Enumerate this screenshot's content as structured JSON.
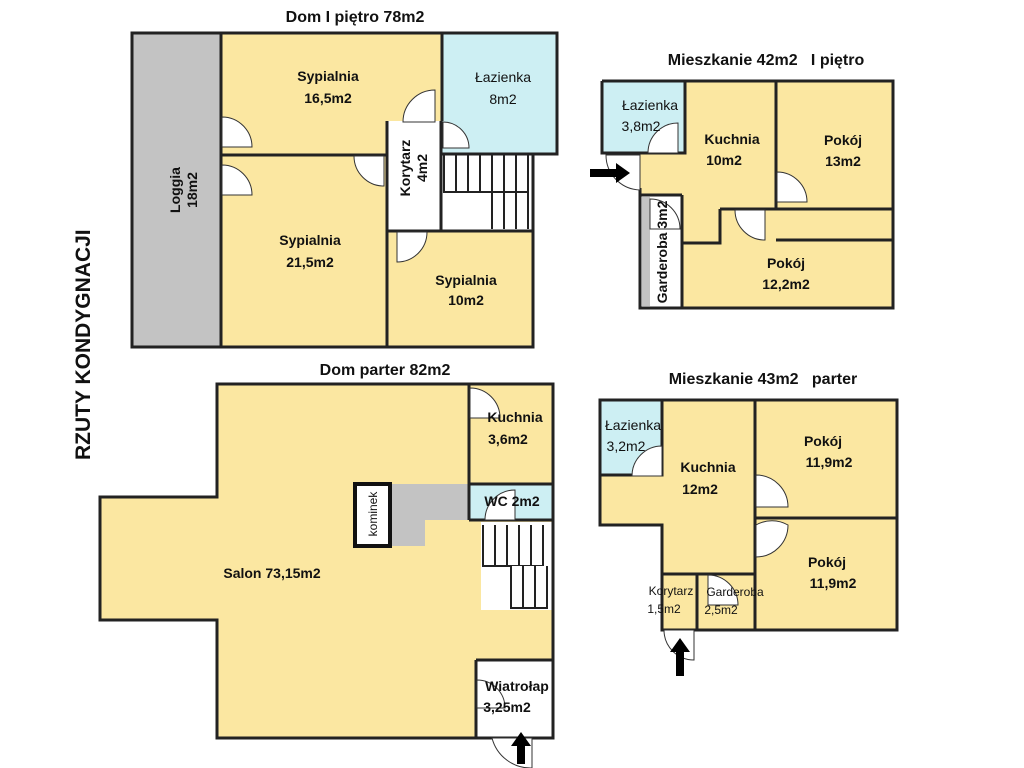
{
  "side_title": "RZUTY KONDYGNACJI",
  "plans": {
    "dom_pietro": {
      "title": "Dom I piętro 78m2",
      "loggia": {
        "name": "Loggia",
        "area": "18m2"
      },
      "sypialnia1": {
        "name": "Sypialnia",
        "area": "16,5m2"
      },
      "lazienka": {
        "name": "Łazienka",
        "area": "8m2"
      },
      "korytarz": {
        "name": "Korytarz",
        "area": "4m2"
      },
      "sypialnia2": {
        "name": "Sypialnia",
        "area": "21,5m2"
      },
      "sypialnia3": {
        "name": "Sypialnia",
        "area": "10m2"
      }
    },
    "dom_parter": {
      "title": "Dom parter 82m2",
      "salon": {
        "label": "Salon 73,15m2"
      },
      "kuchnia": {
        "name": "Kuchnia",
        "area": "3,6m2"
      },
      "wc": {
        "label": "WC 2m2"
      },
      "kominek": "kominek",
      "wiatrolap": {
        "name": "Wiatrołap",
        "area": "3,25m2"
      }
    },
    "mieszkanie_42": {
      "title": "Mieszkanie 42m2   I piętro",
      "lazienka": {
        "name": "Łazienka",
        "area": "3,8m2"
      },
      "kuchnia": {
        "name": "Kuchnia",
        "area": "10m2"
      },
      "pokoj1": {
        "name": "Pokój",
        "area": "13m2"
      },
      "garderoba": {
        "label": "Garderoba 3m2"
      },
      "pokoj2": {
        "name": "Pokój",
        "area": "12,2m2"
      }
    },
    "mieszkanie_43": {
      "title": "Mieszkanie 43m2   parter",
      "lazienka": {
        "name": "Łazienka",
        "area": "3,2m2"
      },
      "kuchnia": {
        "name": "Kuchnia",
        "area": "12m2"
      },
      "pokoj1": {
        "name": "Pokój",
        "area": "11,9m2"
      },
      "pokoj2": {
        "name": "Pokój",
        "area": "11,9m2"
      },
      "korytarz": {
        "name": "Korytarz",
        "area": "1,5m2"
      },
      "garderoba": {
        "name": "Garderoba",
        "area": "2,5m2"
      }
    }
  },
  "colors": {
    "room": "#FBE7A1",
    "bathroom": "#CDEFF3",
    "loggia": "#C3C3C3",
    "wall": "#222222"
  }
}
